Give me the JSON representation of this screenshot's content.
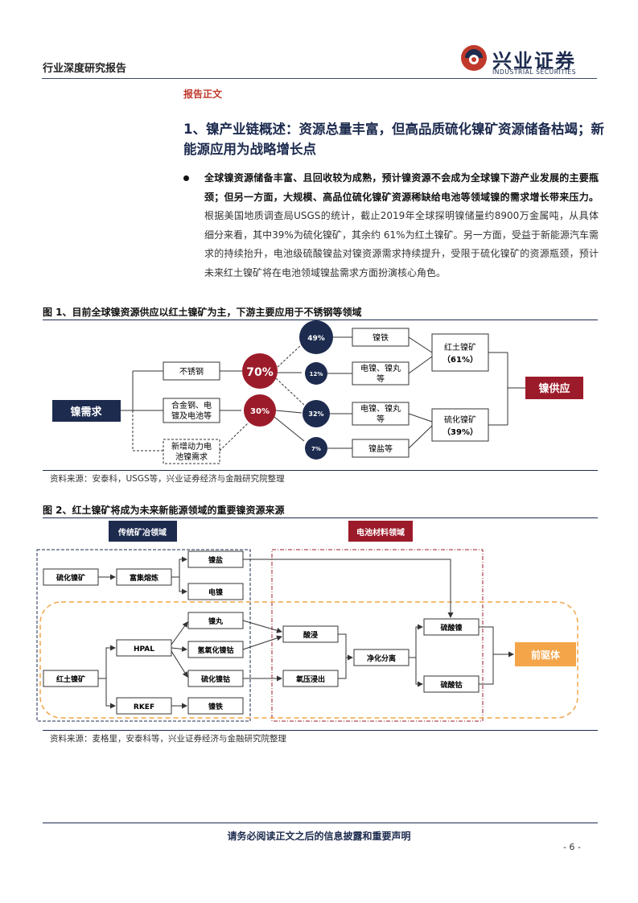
{
  "header": {
    "report_type": "行业深度研究报告",
    "logo_cn": "兴业证券",
    "logo_en": "INDUSTRIAL SECURITIES"
  },
  "section_label": "报告正文",
  "heading": "1、镍产业链概述：资源总量丰富，但高品质硫化镍矿资源储备枯竭；新能源应用为战略增长点",
  "paragraph": {
    "bold": "全球镍资源储备丰富、且回收较为成熟，预计镍资源不会成为全球镍下游产业发展的主要瓶颈；但另一方面，大规模、高品位硫化镍矿资源稀缺给电池等领域镍的需求增长带来压力。",
    "normal": "根据美国地质调查局USGS的统计，截止2019年全球探明镍储量约8900万金属吨，从具体细分来看，其中39%为硫化镍矿，其余约 61%为红土镍矿。另一方面，受益于新能源汽车需求的持续抬升，电池级硫酸镍盐对镍资源需求持续提升，受限于硫化镍矿的资源瓶颈，预计未来红土镍矿将在电池领域镍盐需求方面扮演核心角色。"
  },
  "figure1": {
    "title": "图 1、目前全球镍资源供应以红土镍矿为主，下游主要应用于不锈钢等领域",
    "demand_label": "镍需求",
    "uses": [
      "不锈钢",
      "合金钢、电镀及电池等",
      "新增动力电池镍需求"
    ],
    "use_lines": [
      [
        "不锈钢"
      ],
      [
        "合金钢、电",
        "镀及电池等"
      ],
      [
        "新增动力电",
        "池镍需求"
      ]
    ],
    "big_circles": [
      "70%",
      "30%"
    ],
    "small_circles": [
      "49%",
      "12%",
      "32%",
      "7%"
    ],
    "products": [
      "镍铁",
      "电镍、镍丸等",
      "电镍、镍丸等",
      "镍盐等"
    ],
    "product_lines": [
      [
        "镍铁"
      ],
      [
        "电镍、镍丸",
        "等"
      ],
      [
        "电镍、镍丸",
        "等"
      ],
      [
        "镍盐等"
      ]
    ],
    "ores": [
      {
        "name": "红土镍矿",
        "pct": "（61%）"
      },
      {
        "name": "硫化镍矿",
        "pct": "（39%）"
      }
    ],
    "supply_label": "镍供应",
    "source": "资料来源：安泰科，USGS等，兴业证券经济与金融研究院整理"
  },
  "figure2": {
    "title": "图 2、红土镍矿将成为未来新能源领域的重要镍资源来源",
    "region_traditional": "传统矿冶领域",
    "region_battery": "电池材料领域",
    "nodes": {
      "sulfide_ore": "硫化镍矿",
      "flash_smelting": "富集熔炼",
      "nickel_salt": "镍盐",
      "electro_nickel": "电镍",
      "laterite_ore": "红土镍矿",
      "hpal": "HPAL",
      "rkef": "RKEF",
      "nickel_pellet": "镍丸",
      "hydroxide": "氢氧化镍钴",
      "sulfide_cobalt": "硫化镍钴",
      "ferronickel": "镍铁",
      "acid_leach": "酸浸",
      "pressure_leach": "氧压浸出",
      "purify": "净化分离",
      "nickel_sulfate": "硫酸镍",
      "cobalt_sulfate": "硫酸钴",
      "precursor": "前驱体"
    },
    "source": "资料来源：麦格里，安泰科等，兴业证券经济与金融研究院整理"
  },
  "footer": {
    "notice": "请务必阅读正文之后的信息披露和重要声明",
    "page": "- 6 -"
  },
  "colors": {
    "navy": "#1d2b4f",
    "dark_red": "#9c1b2a",
    "accent_red": "#c0392b",
    "orange": "#f4a54a",
    "light_orange": "#fde7cf"
  }
}
